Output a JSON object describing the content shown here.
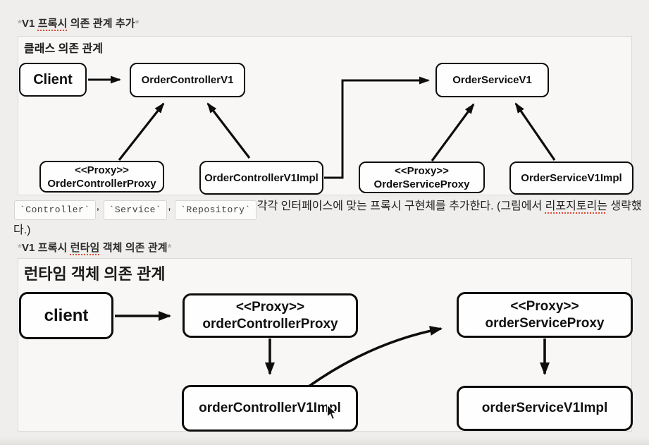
{
  "headings": {
    "h1": {
      "star_left": "*",
      "prefix": "V1 ",
      "misspelled": "프록시",
      "suffix": " 의존 관계 추가",
      "star_right": "*"
    },
    "h2": {
      "star_left": "*",
      "prefix": "V1 프록시 ",
      "misspelled": "런타임",
      "suffix": " 객체 의존 관계",
      "star_right": "*"
    }
  },
  "paragraph": {
    "codes": [
      "`Controller`",
      "`Service`",
      "`Repository`"
    ],
    "comma": ", ",
    "text_before": "각각 인터페이스에 맞는 프록시 구현체를 추가한다. (그림에서 ",
    "misspelled": "리포지토리는",
    "text_after": " 생략했다.)"
  },
  "diagram1": {
    "title": "클래스 의존 관계",
    "nodes": {
      "client": {
        "label": "Client"
      },
      "controller_interface": {
        "label": "OrderControllerV1"
      },
      "controller_proxy": {
        "stereotype": "<<Proxy>>",
        "label": "OrderControllerProxy"
      },
      "controller_impl": {
        "label": "OrderControllerV1Impl"
      },
      "service_interface": {
        "label": "OrderServiceV1"
      },
      "service_proxy": {
        "stereotype": "<<Proxy>>",
        "label": "OrderServiceProxy"
      },
      "service_impl": {
        "label": "OrderServiceV1Impl"
      }
    }
  },
  "diagram2": {
    "title": "런타임 객체 의존 관계",
    "nodes": {
      "client": {
        "label": "client"
      },
      "controller_proxy": {
        "stereotype": "<<Proxy>>",
        "label": "orderControllerProxy"
      },
      "controller_impl": {
        "label": "orderControllerV1Impl"
      },
      "service_proxy": {
        "stereotype": "<<Proxy>>",
        "label": "orderServiceProxy"
      },
      "service_impl": {
        "label": "orderServiceV1Impl"
      }
    }
  },
  "colors": {
    "page_background": "#efeeec",
    "panel_background": "#f8f7f5",
    "node_border": "#0d0d0d",
    "spellcheck_underline": "#de4a35"
  }
}
